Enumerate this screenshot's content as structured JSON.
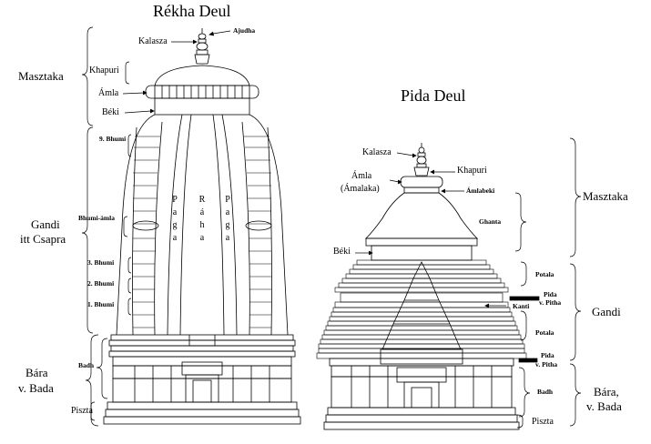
{
  "rekha": {
    "title": "Rékha Deul",
    "labels": {
      "ajudha": "Ajudha",
      "kalasza": "Kalasza",
      "khapuri": "Khapuri",
      "amla": "Ámla",
      "beki": "Béki",
      "bhumi9": "9. Bhumi",
      "bhumi_amla": "Bhumi-ámla",
      "bhumi3": "3. Bhumi",
      "bhumi2": "2. Bhumi",
      "bhumi1": "1. Bhumi",
      "badh": "Badh",
      "piszta": "Piszta"
    },
    "groups": {
      "masztaka": "Masztaka",
      "gandi_1": "Gandi",
      "gandi_2": "itt Csapra",
      "bara_1": "Bára",
      "bara_2": "v. Bada"
    },
    "vertical": {
      "paga_left": [
        "P",
        "a",
        "g",
        "a"
      ],
      "raha": [
        "R",
        "á",
        "h",
        "a"
      ],
      "paga_right": [
        "P",
        "a",
        "g",
        "a"
      ]
    }
  },
  "pida": {
    "title": "Pida Deul",
    "labels": {
      "kalasza": "Kalasza",
      "khapuri": "Khapuri",
      "amla_1": "Ámla",
      "amla_2": "(Ámalaka)",
      "amlabeki": "Ámlabeki",
      "ghanta": "Ghanta",
      "beki": "Béki",
      "potala_top": "Potala",
      "pida_pitha_1a": "Pida",
      "pida_pitha_1b": "v. Pitha",
      "kanti": "Kanti",
      "potala_bottom": "Potala",
      "pida_pitha_2a": "Pida",
      "pida_pitha_2b": "v. Pitha",
      "badh": "Badh",
      "piszta": "Piszta"
    },
    "groups": {
      "masztaka": "Masztaka",
      "gandi": "Gandi",
      "bara_1": "Bára,",
      "bara_2": "v. Bada"
    }
  }
}
